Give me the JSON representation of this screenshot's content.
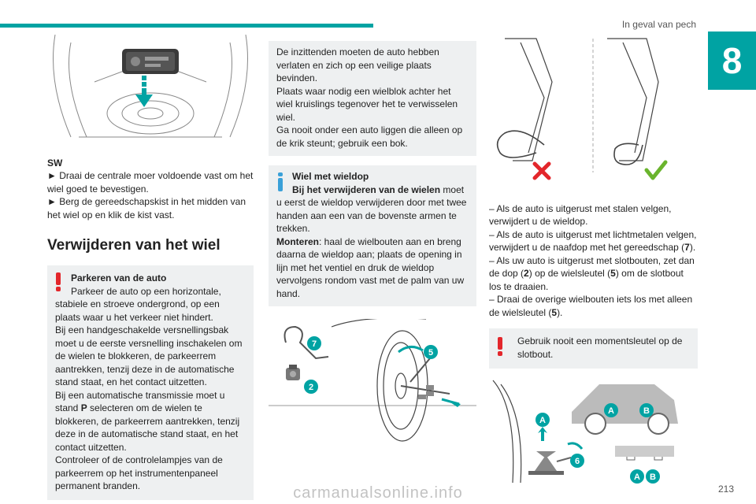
{
  "header": {
    "section_title": "In geval van pech",
    "chapter_number": "8"
  },
  "footer": {
    "page_number": "213",
    "watermark": "carmanualsonline.info"
  },
  "col1": {
    "sw_title": "SW",
    "sw_step1": "► Draai de centrale moer voldoende vast om het wiel goed te bevestigen.",
    "sw_step2": "► Berg de gereedschapskist in het midden van het wiel op en klik de kist vast.",
    "heading": "Verwijderen van het wiel",
    "warning": {
      "title": "Parkeren van de auto",
      "line1": "Parkeer de auto op een horizontale, stabiele en stroeve ondergrond, op een plaats waar u het verkeer niet hindert.",
      "line2": "Bij een handgeschakelde versnellingsbak moet u de eerste versnelling inschakelen om de wielen te blokkeren, de parkeerrem aantrekken, tenzij deze in de automatische stand staat, en het contact uitzetten.",
      "line3_pre": "Bij een automatische transmissie moet u stand ",
      "line3_p": "P",
      "line3_post": " selecteren om de wielen te blokkeren, de parkeerrem aantrekken, tenzij deze in de automatische stand staat, en het contact uitzetten.",
      "line4": "Controleer of de controlelampjes van de parkeerrem op het instrumentenpaneel permanent branden."
    }
  },
  "col2": {
    "box1": "De inzittenden moeten de auto hebben verlaten en zich op een veilige plaats bevinden.\nPlaats waar nodig een wielblok achter het wiel kruislings tegenover het te verwisselen wiel.\nGa nooit onder een auto liggen die alleen op de krik steunt; gebruik een bok.",
    "info": {
      "title": "Wiel met wieldop",
      "sub_bold": "Bij het verwijderen van de wielen",
      "sub_rest": " moet u eerst de wieldop verwijderen door met twee handen aan een van de bovenste armen te trekken.",
      "mount_bold": "Monteren",
      "mount_rest": ": haal de wielbouten aan en breng daarna de wieldop aan; plaats de opening in lijn met het ventiel en druk de wieldop vervolgens rondom vast met de palm van uw hand."
    },
    "callouts": [
      "7",
      "2",
      "5"
    ]
  },
  "col3": {
    "s1": "– Als de auto is uitgerust met stalen velgen, verwijdert u de wieldop.",
    "s2_pre": "– Als de auto is uitgerust met lichtmetalen velgen, verwijdert u de naafdop met het gereedschap (",
    "s2_num": "7",
    "s2_post": ").",
    "s3_pre": "– Als uw auto is uitgerust met slotbouten, zet dan de dop (",
    "s3_num1": "2",
    "s3_mid": ") op de wielsleutel (",
    "s3_num2": "5",
    "s3_post": ") om de slotbout los te draaien.",
    "s4_pre": "– Draai de overige wielbouten iets los met alleen de wielsleutel (",
    "s4_num": "5",
    "s4_post": ").",
    "warning2": "Gebruik nooit een momentsleutel op de slotbout.",
    "callouts": [
      "A",
      "B",
      "A",
      "6",
      "A",
      "B"
    ]
  },
  "colors": {
    "teal": "#00a3a3",
    "red": "#e3262b",
    "green": "#6ab42d",
    "box_bg": "#eef0f1",
    "info_blue": "#3aa0d8"
  }
}
